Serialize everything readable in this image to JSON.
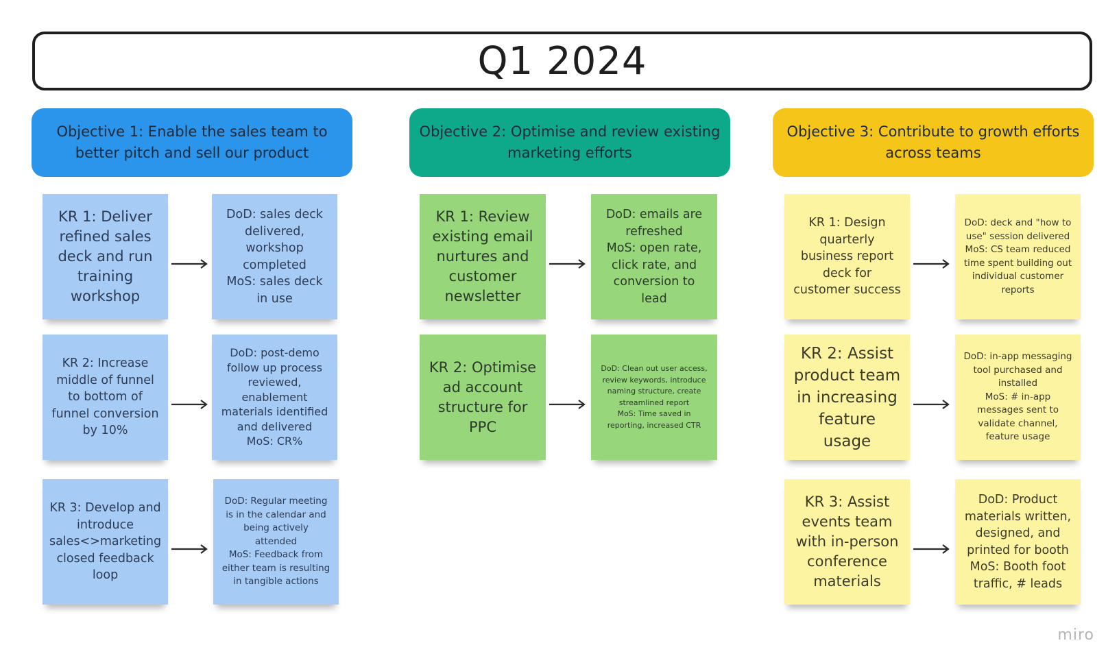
{
  "title": "Q1 2024",
  "objectives": [
    {
      "label": "Objective 1: Enable the sales team to better pitch and sell our product",
      "color": "#2b95eb",
      "krs": [
        {
          "kr": "KR 1: Deliver refined sales deck and run training workshop",
          "dod": "DoD: sales deck delivered, workshop completed\nMoS: sales deck in use"
        },
        {
          "kr": "KR 2: Increase middle of funnel to bottom of funnel conversion by 10%",
          "dod": "DoD: post-demo follow up process reviewed, enablement materials identified and delivered\nMoS: CR%"
        },
        {
          "kr": "KR 3: Develop and introduce sales<>marketing closed feedback loop",
          "dod": "DoD: Regular meeting is in the calendar and being actively attended\nMoS: Feedback from either team is resulting in tangible actions"
        }
      ]
    },
    {
      "label": "Objective 2: Optimise and review existing marketing efforts",
      "color": "#0ea98a",
      "krs": [
        {
          "kr": "KR 1: Review existing email nurtures and customer newsletter",
          "dod": "DoD: emails are refreshed\nMoS: open rate, click rate, and conversion to lead"
        },
        {
          "kr": "KR 2: Optimise ad account structure for PPC",
          "dod": "DoD: Clean out user access, review keywords, introduce naming structure, create streamlined report\nMoS: Time saved in reporting, increased CTR"
        }
      ]
    },
    {
      "label": "Objective 3: Contribute to growth efforts across teams",
      "color": "#f6c51a",
      "krs": [
        {
          "kr": "KR 1: Design quarterly business report deck for customer success",
          "dod": "DoD: deck and \"how to use\" session delivered\nMoS: CS team reduced time spent building out individual customer reports"
        },
        {
          "kr": "KR 2: Assist product team in increasing feature usage",
          "dod": "DoD: in-app messaging tool purchased and installed\nMoS: # in-app messages sent to validate channel, feature usage"
        },
        {
          "kr": "KR 3: Assist events team with in-person conference materials",
          "dod": "DoD: Product materials written, designed, and printed for booth\nMoS: Booth foot traffic, # leads"
        }
      ]
    }
  ],
  "branding": "miro"
}
